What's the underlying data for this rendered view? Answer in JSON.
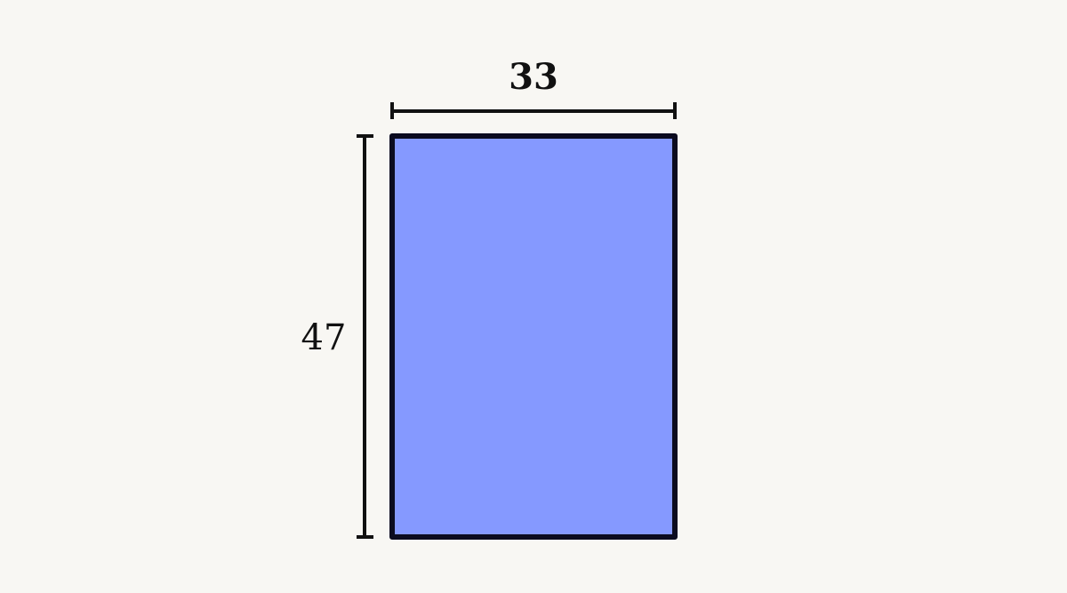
{
  "diagram": {
    "shape": "rectangle",
    "fill_color": "#8599ff",
    "stroke_color": "#0b0b1f",
    "background_color": "#f8f7f3",
    "width_label": "33",
    "height_label": "47",
    "width_value": 33,
    "height_value": 47
  }
}
